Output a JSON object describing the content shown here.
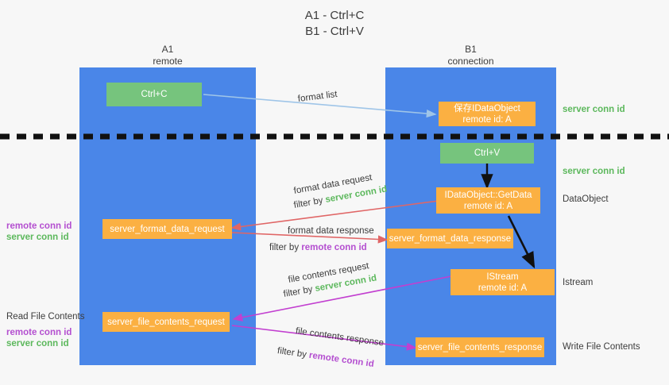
{
  "title": {
    "line1": "A1 - Ctrl+C",
    "line2": "B1 - Ctrl+V"
  },
  "columns": {
    "left": {
      "name": "A1",
      "role": "remote"
    },
    "right": {
      "name": "B1",
      "role": "connection"
    }
  },
  "colors": {
    "column": "#4a86e8",
    "green_box": "#76c47d",
    "orange_box": "#fbb042",
    "server_conn_id": "#5cb85c",
    "remote_conn_id": "#b44fd0",
    "arrow_format_list": "#9fc5e8",
    "arrow_format_data": "#e06666",
    "arrow_file_contents": "#c23fd0",
    "arrow_internal": "#1a1a1a",
    "background": "#f7f7f7"
  },
  "boxes": {
    "ctrl_c": {
      "line1": "Ctrl+C",
      "line2": ""
    },
    "idataobject": {
      "line1": "保存IDataObject",
      "line2": "remote id: A"
    },
    "ctrl_v": {
      "line1": "Ctrl+V",
      "line2": ""
    },
    "getdata": {
      "line1": "IDataObject::GetData",
      "line2": "remote id: A"
    },
    "istream": {
      "line1": "IStream",
      "line2": "remote id: A"
    },
    "fmt_data_request": {
      "line1": "server_format_data_request",
      "line2": ""
    },
    "fmt_data_response": {
      "line1": "server_format_data_response",
      "line2": ""
    },
    "file_req": {
      "line1": "server_file_contents_request",
      "line2": ""
    },
    "file_resp": {
      "line1": "server_file_contents_response",
      "line2": ""
    }
  },
  "edge_labels": {
    "format_list": "format list",
    "format_data_request": "format data request",
    "format_data_request_filter_prefix": "filter by ",
    "format_data_request_filter_value": "server conn id",
    "format_data_response": "format data response",
    "format_data_response_filter_prefix": "filter by ",
    "format_data_response_filter_value": "remote conn id",
    "file_contents_request": "file contents request",
    "file_contents_request_filter_prefix": "filter by ",
    "file_contents_request_filter_value": "server conn id",
    "file_contents_response": "file contents response",
    "file_contents_response_filter_prefix": "filter by ",
    "file_contents_response_filter_value": "remote conn id"
  },
  "side_labels": {
    "right_server_conn_top": "server conn id",
    "right_server_conn_mid": "server conn id",
    "right_dataobject": "DataObject",
    "right_istream": "Istream",
    "right_write_file_contents": "Write File Contents",
    "left_remote_conn_1": "remote conn id",
    "left_server_conn_1": "server conn id",
    "left_read_file_contents": "Read File Contents",
    "left_remote_conn_2": "remote conn id",
    "left_server_conn_2": "server conn id"
  }
}
